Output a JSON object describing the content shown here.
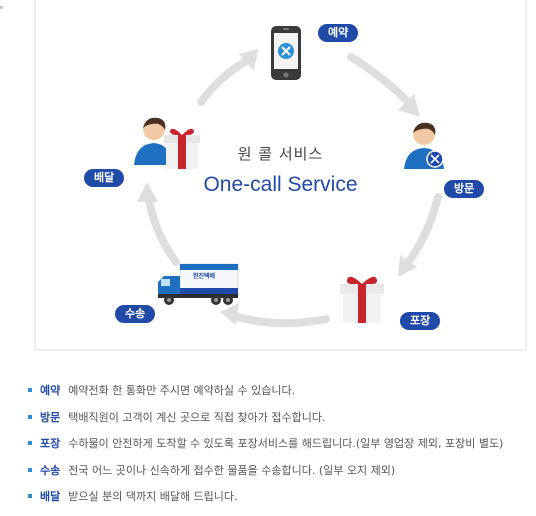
{
  "diagram": {
    "title_ko": "원 콜 서비스",
    "title_en": "One-call Service",
    "badges": {
      "reservation": "예약",
      "visit": "방문",
      "packing": "포장",
      "transport": "수송",
      "delivery": "배달"
    },
    "truck_logo": "한진택배",
    "accent_color": "#1f4aa8",
    "arrow_color": "#dcdcdc"
  },
  "steps": [
    {
      "term": "예약",
      "desc": "예약전화 한 통화만 주시면 예약하실 수 있습니다."
    },
    {
      "term": "방문",
      "desc": "택배직원이 고객이 계신 곳으로 직접 찾아가 접수합니다."
    },
    {
      "term": "포장",
      "desc": "수하물이 안전하게 도착할 수 있도록 포장서비스를 해드립니다.(일부 영업장 제외, 포장비 별도)"
    },
    {
      "term": "수송",
      "desc": "전국 어느 곳이나 신속하게 접수한 물품을 수송합니다. (일부 오지 제외)"
    },
    {
      "term": "배달",
      "desc": "받으실 분의 댁까지 배달해 드립니다."
    }
  ]
}
